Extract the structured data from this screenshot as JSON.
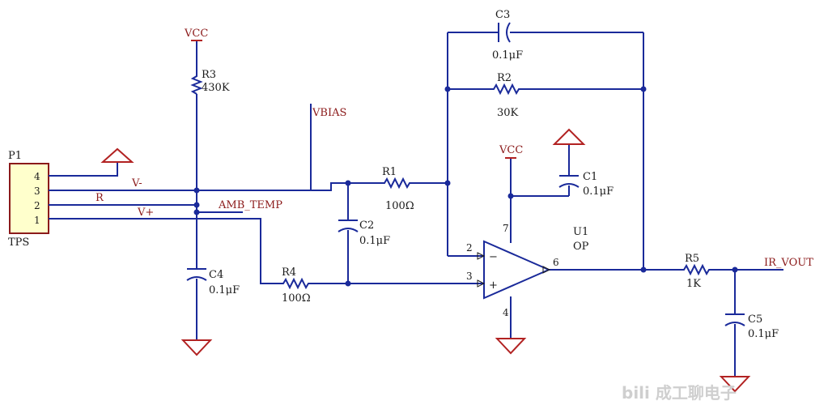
{
  "connector": {
    "ref": "P1",
    "name": "TPS",
    "pins": [
      "4",
      "3",
      "2",
      "1"
    ]
  },
  "nets": {
    "vcc_top": "VCC",
    "vcc_op": "VCC",
    "vbias": "VBIAS",
    "v_minus": "V-",
    "r": "R",
    "v_plus": "V+",
    "amb_temp": "AMB_TEMP",
    "ir_vout": "IR_VOUT"
  },
  "components": {
    "r1": {
      "ref": "R1",
      "value": "100Ω"
    },
    "r2": {
      "ref": "R2",
      "value": "30K"
    },
    "r3": {
      "ref": "R3",
      "value": "430K"
    },
    "r4": {
      "ref": "R4",
      "value": "100Ω"
    },
    "r5": {
      "ref": "R5",
      "value": "1K"
    },
    "c1": {
      "ref": "C1",
      "value": "0.1μF"
    },
    "c2": {
      "ref": "C2",
      "value": "0.1μF"
    },
    "c3": {
      "ref": "C3",
      "value": "0.1μF"
    },
    "c4": {
      "ref": "C4",
      "value": "0.1μF"
    },
    "c5": {
      "ref": "C5",
      "value": "0.1μF"
    },
    "u1": {
      "ref": "U1",
      "value": "OP",
      "pin_inv": "2",
      "pin_noninv": "3",
      "pin_out": "6",
      "pin_vcc": "7",
      "pin_gnd": "4",
      "minus": "−",
      "plus": "+"
    }
  },
  "watermark": "bili 成工聊电子"
}
